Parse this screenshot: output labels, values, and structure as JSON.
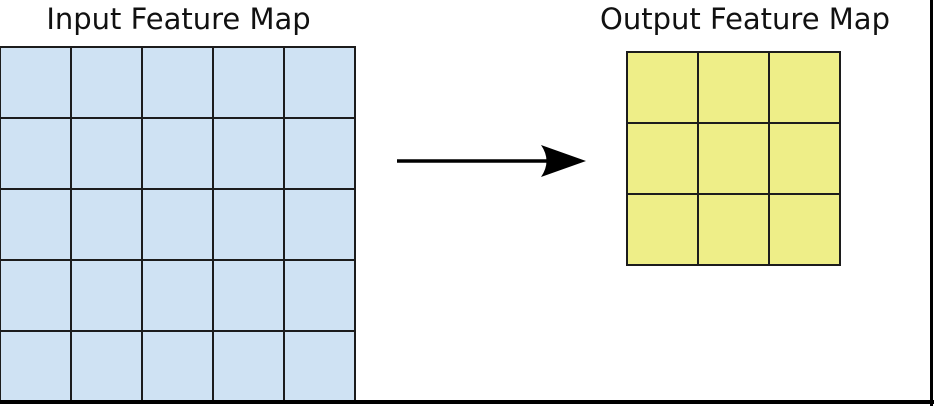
{
  "panels": {
    "input": {
      "title": "Input Feature Map",
      "grid": {
        "rows": 5,
        "cols": 5,
        "cell_color": "#cfe2f3",
        "line_color": "#1c1c1c",
        "cell_name": "input-grid-cell"
      }
    },
    "output": {
      "title": "Output Feature Map",
      "grid": {
        "rows": 3,
        "cols": 3,
        "cell_color": "#eeee88",
        "line_color": "#1c1c1c",
        "cell_name": "output-grid-cell"
      }
    }
  },
  "arrow": {
    "direction": "right",
    "color": "#000000"
  },
  "frame": {
    "color": "#000000"
  }
}
